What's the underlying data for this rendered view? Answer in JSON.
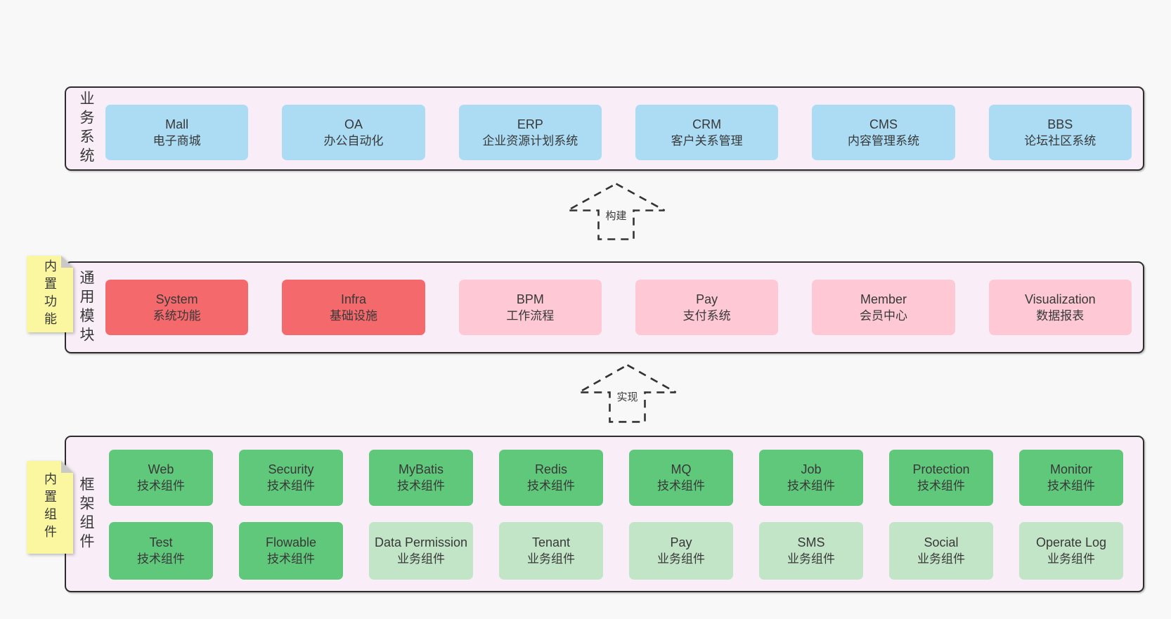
{
  "colors": {
    "page_bg": "#f8f8f8",
    "panel_bg": "#f9eef7",
    "panel_border": "#2d2d2d",
    "blue": "#abdcf4",
    "red": "#f4696b",
    "pink": "#fec9d4",
    "green": "#60c87b",
    "light_green": "#c2e5c7",
    "yellow": "#fbf7a0",
    "fold_gray": "#c9c9c9",
    "text": "#383838"
  },
  "layers": [
    {
      "label": "业务系统",
      "boxes": [
        {
          "name": "Mall",
          "subtitle": "电子商城"
        },
        {
          "name": "OA",
          "subtitle": "办公自动化"
        },
        {
          "name": "ERP",
          "subtitle": "企业资源计划系统"
        },
        {
          "name": "CRM",
          "subtitle": "客户关系管理"
        },
        {
          "name": "CMS",
          "subtitle": "内容管理系统"
        },
        {
          "name": "BBS",
          "subtitle": "论坛社区系统"
        }
      ]
    },
    {
      "label": "通用模块",
      "sticky": "内置功能",
      "boxes": [
        {
          "name": "System",
          "subtitle": "系统功能"
        },
        {
          "name": "Infra",
          "subtitle": "基础设施"
        },
        {
          "name": "BPM",
          "subtitle": "工作流程"
        },
        {
          "name": "Pay",
          "subtitle": "支付系统"
        },
        {
          "name": "Member",
          "subtitle": "会员中心"
        },
        {
          "name": "Visualization",
          "subtitle": "数据报表"
        }
      ]
    },
    {
      "label": "框架组件",
      "sticky": "内置组件",
      "rows": [
        {
          "boxes": [
            {
              "name": "Web",
              "subtitle": "技术组件"
            },
            {
              "name": "Security",
              "subtitle": "技术组件"
            },
            {
              "name": "MyBatis",
              "subtitle": "技术组件"
            },
            {
              "name": "Redis",
              "subtitle": "技术组件"
            },
            {
              "name": "MQ",
              "subtitle": "技术组件"
            },
            {
              "name": "Job",
              "subtitle": "技术组件"
            },
            {
              "name": "Protection",
              "subtitle": "技术组件"
            },
            {
              "name": "Monitor",
              "subtitle": "技术组件"
            }
          ]
        },
        {
          "boxes": [
            {
              "name": "Test",
              "subtitle": "技术组件"
            },
            {
              "name": "Flowable",
              "subtitle": "技术组件"
            },
            {
              "name": "Data Permission",
              "subtitle": "业务组件"
            },
            {
              "name": "Tenant",
              "subtitle": "业务组件"
            },
            {
              "name": "Pay",
              "subtitle": "业务组件"
            },
            {
              "name": "SMS",
              "subtitle": "业务组件"
            },
            {
              "name": "Social",
              "subtitle": "业务组件"
            },
            {
              "name": "Operate Log",
              "subtitle": "业务组件"
            }
          ]
        }
      ]
    }
  ],
  "arrows": [
    {
      "label": "构建"
    },
    {
      "label": "实现"
    }
  ]
}
